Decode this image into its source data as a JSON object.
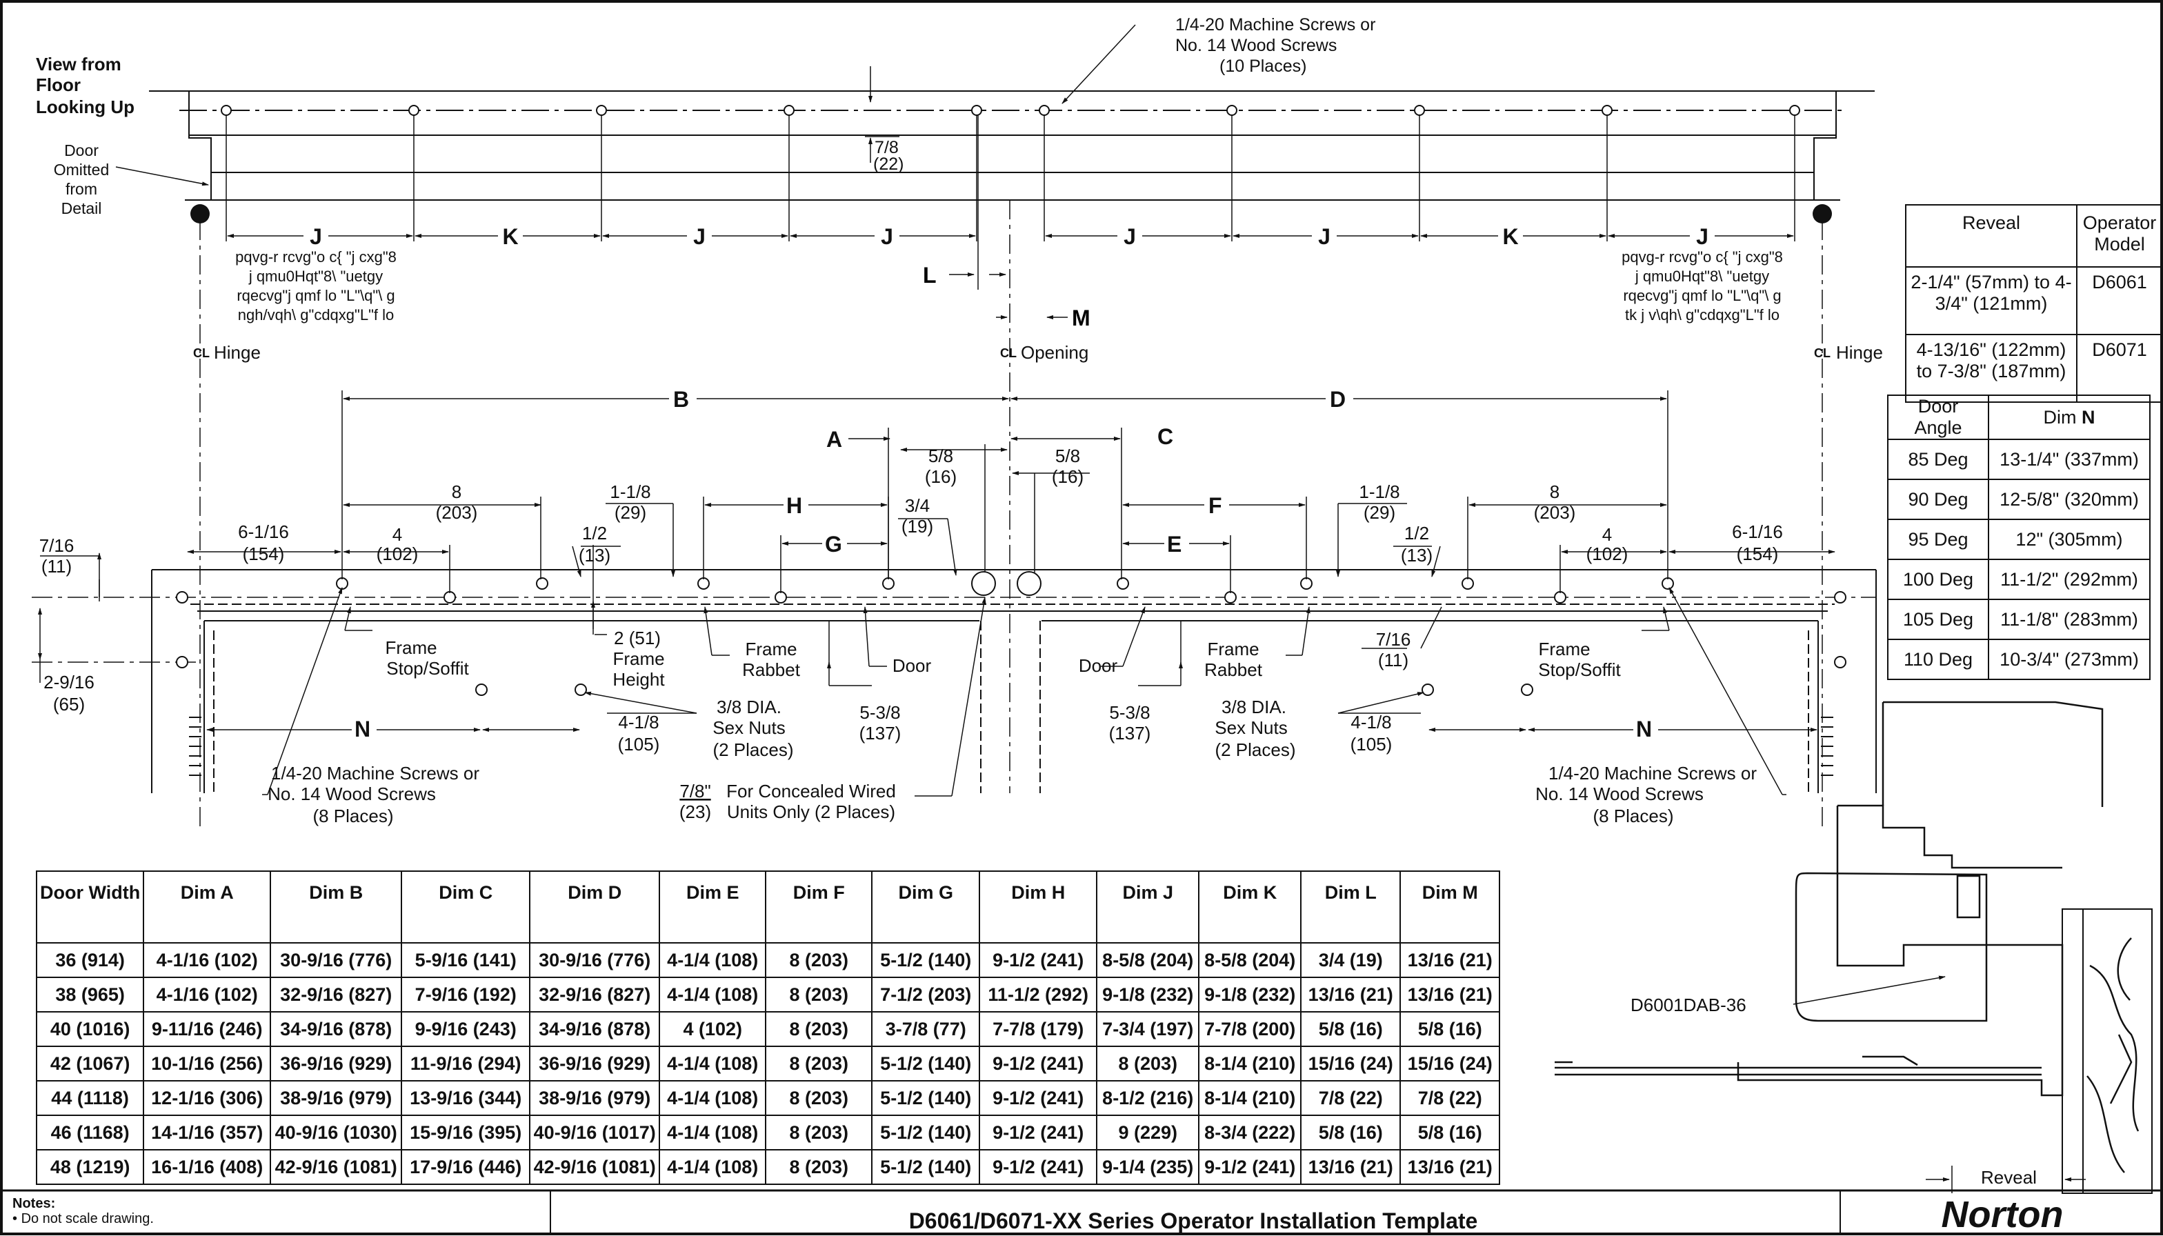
{
  "labels": {
    "view_from_floor": [
      "View from",
      "Floor",
      "Looking Up"
    ],
    "door_omitted": [
      "Door",
      "Omitted",
      "from",
      "Detail"
    ],
    "top_screws_callout": [
      "1/4-20 Machine Screws or",
      "No. 14 Wood Screws",
      "(10 Places)"
    ],
    "dim_7_8": "7/8",
    "dim_22": "(22)",
    "garbled_note_left": [
      "pqvg-r rcvg\"o c{ \"j cxg\"8",
      "j qmu0Hqt\"8\\ \"uetgy",
      "rqecvg\"j qmf lo \"L\"\\q\"\\ g",
      "ngh/vqh\\ g\"cdqxg\"L\"f lo"
    ],
    "garbled_note_right": [
      "pqvg-r rcvg\"o c{ \"j cxg\"8",
      "j qmu0Hqt\"8\\ \"uetgy",
      "rqecvg\"j qmf lo \"L\"\\q\"\\ g",
      "tk j v\\qh\\ g\"cdqxg\"L\"f lo"
    ],
    "hinge": "Hinge",
    "opening": "Opening",
    "cl": "CL",
    "frame_stop_soffit": [
      "Frame",
      "Stop/Soffit"
    ],
    "frame_rabbet": [
      "Frame",
      "Rabbet"
    ],
    "frame_height": [
      "2 (51)",
      "Frame",
      "Height"
    ],
    "door": "Door",
    "sex_nuts": [
      "3/8 DIA.",
      "Sex Nuts",
      "(2 Places)"
    ],
    "bottom_screws_callout": [
      "1/4-20 Machine Screws or",
      "No. 14 Wood Screws",
      "(8 Places)"
    ],
    "concealed_dim": [
      "7/8\"",
      "(23)"
    ],
    "concealed_text": [
      "For Concealed Wired",
      "Units Only (2 Places)"
    ],
    "section_callout": "D6001DAB-36",
    "reveal": "Reveal"
  },
  "letters": {
    "top": [
      "J",
      "K",
      "J",
      "J",
      "J",
      "J",
      "K",
      "J"
    ],
    "L": "L",
    "M": "M",
    "A": "A",
    "B": "B",
    "C": "C",
    "D": "D",
    "E": "E",
    "F": "F",
    "G": "G",
    "H": "H",
    "N": "N"
  },
  "dims": {
    "d7_16": "7/16",
    "d11": "(11)",
    "d2_9_16": "2-9/16",
    "d65": "(65)",
    "d6_1_16": "6-1/16",
    "d154": "(154)",
    "d4": "4",
    "d102": "(102)",
    "d8": "8",
    "d203": "(203)",
    "d1_1_8": "1-1/8",
    "d29": "(29)",
    "d1_2": "1/2",
    "d13": "(13)",
    "d3_4": "3/4",
    "d19": "(19)",
    "d5_8": "5/8",
    "d16": "(16)",
    "d5_3_8": "5-3/8",
    "d137": "(137)",
    "d4_1_8": "4-1/8",
    "d105": "(105)"
  },
  "dim_table": {
    "headers": [
      "Door Width",
      "Dim A",
      "Dim B",
      "Dim C",
      "Dim D",
      "Dim E",
      "Dim F",
      "Dim G",
      "Dim H",
      "Dim J",
      "Dim K",
      "Dim L",
      "Dim M"
    ],
    "rows": [
      [
        "36 (914)",
        "4-1/16 (102)",
        "30-9/16 (776)",
        "5-9/16 (141)",
        "30-9/16 (776)",
        "4-1/4 (108)",
        "8 (203)",
        "5-1/2 (140)",
        "9-1/2 (241)",
        "8-5/8 (204)",
        "8-5/8 (204)",
        "3/4 (19)",
        "13/16 (21)"
      ],
      [
        "38 (965)",
        "4-1/16 (102)",
        "32-9/16 (827)",
        "7-9/16 (192)",
        "32-9/16 (827)",
        "4-1/4 (108)",
        "8 (203)",
        "7-1/2 (203)",
        "11-1/2 (292)",
        "9-1/8 (232)",
        "9-1/8 (232)",
        "13/16 (21)",
        "13/16 (21)"
      ],
      [
        "40 (1016)",
        "9-11/16 (246)",
        "34-9/16 (878)",
        "9-9/16 (243)",
        "34-9/16 (878)",
        "4 (102)",
        "8 (203)",
        "3-7/8 (77)",
        "7-7/8 (179)",
        "7-3/4 (197)",
        "7-7/8 (200)",
        "5/8 (16)",
        "5/8 (16)"
      ],
      [
        "42 (1067)",
        "10-1/16 (256)",
        "36-9/16 (929)",
        "11-9/16 (294)",
        "36-9/16 (929)",
        "4-1/4 (108)",
        "8 (203)",
        "5-1/2 (140)",
        "9-1/2 (241)",
        "8 (203)",
        "8-1/4 (210)",
        "15/16 (24)",
        "15/16 (24)"
      ],
      [
        "44 (1118)",
        "12-1/16 (306)",
        "38-9/16 (979)",
        "13-9/16 (344)",
        "38-9/16 (979)",
        "4-1/4 (108)",
        "8 (203)",
        "5-1/2 (140)",
        "9-1/2 (241)",
        "8-1/2 (216)",
        "8-1/4 (210)",
        "7/8 (22)",
        "7/8 (22)"
      ],
      [
        "46 (1168)",
        "14-1/16 (357)",
        "40-9/16 (1030)",
        "15-9/16 (395)",
        "40-9/16 (1017)",
        "4-1/4 (108)",
        "8 (203)",
        "5-1/2 (140)",
        "9-1/2 (241)",
        "9 (229)",
        "8-3/4 (222)",
        "5/8 (16)",
        "5/8 (16)"
      ],
      [
        "48 (1219)",
        "16-1/16 (408)",
        "42-9/16 (1081)",
        "17-9/16 (446)",
        "42-9/16 (1081)",
        "4-1/4 (108)",
        "8 (203)",
        "5-1/2 (140)",
        "9-1/2 (241)",
        "9-1/4 (235)",
        "9-1/2 (241)",
        "13/16 (21)",
        "13/16 (21)"
      ]
    ]
  },
  "reveal_table": {
    "headers": [
      "Reveal",
      "Operator Model"
    ],
    "rows": [
      [
        "2-1/4\" (57mm) to 4-3/4\" (121mm)",
        "D6061"
      ],
      [
        "4-13/16\" (122mm) to 7-3/8\" (187mm)",
        "D6071"
      ]
    ]
  },
  "angle_table": {
    "headers": [
      "Door Angle",
      "Dim"
    ],
    "header_bold": "N",
    "rows": [
      [
        "85 Deg",
        "13-1/4\" (337mm)"
      ],
      [
        "90 Deg",
        "12-5/8\" (320mm)"
      ],
      [
        "95 Deg",
        "12\" (305mm)"
      ],
      [
        "100 Deg",
        "11-1/2\" (292mm)"
      ],
      [
        "105 Deg",
        "11-1/8\" (283mm)"
      ],
      [
        "110 Deg",
        "10-3/4\" (273mm)"
      ]
    ]
  },
  "footer": {
    "notes_title": "Notes:",
    "note_1": "Do not scale drawing.",
    "title": "D6061/D6071-XX Series Operator Installation Template",
    "brand": "Norton"
  }
}
